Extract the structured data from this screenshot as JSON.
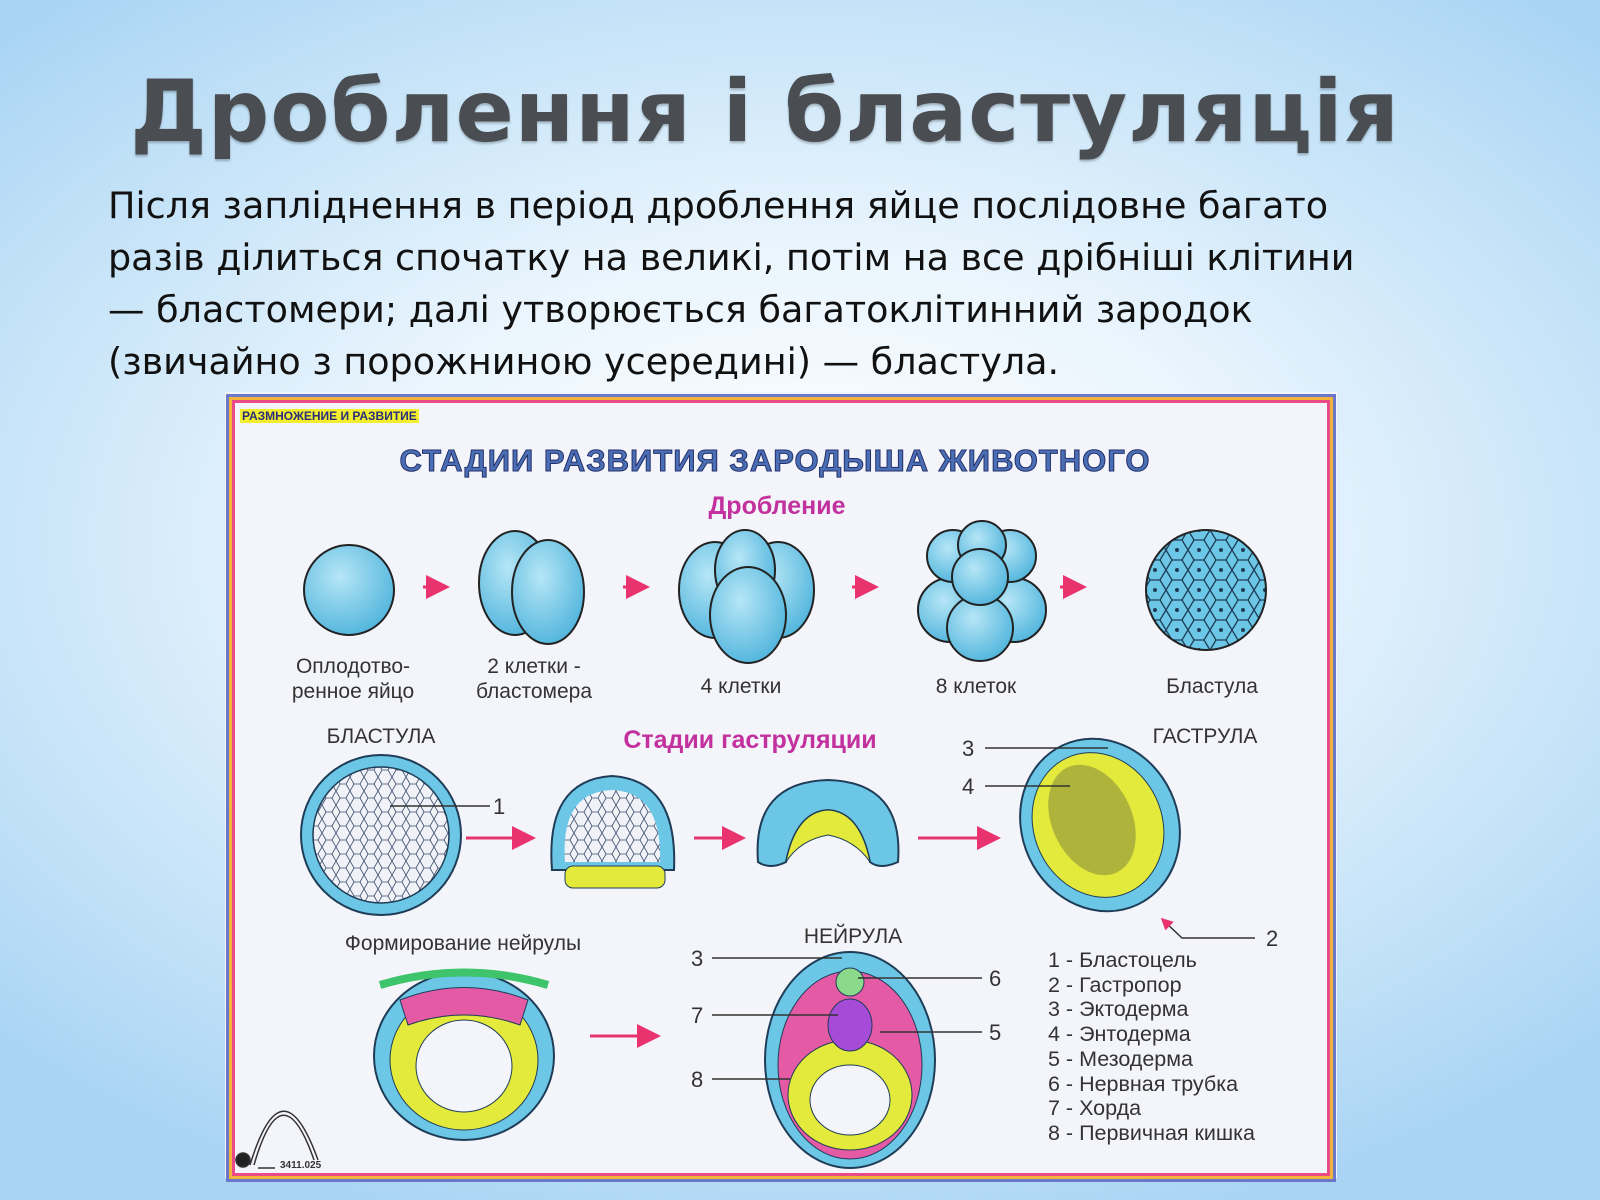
{
  "slide": {
    "title": "Дроблення і бластуляція",
    "paragraph_lines": [
      "Після запліднення в період дроблення яйце послідовне багато",
      "разів ділиться спочатку на великі, потім на все дрібніші клітини",
      "— бластомери; далі утворюється багатоклітинний зародок",
      "(звичайно з порожниною усередині) — бластула."
    ]
  },
  "diagram": {
    "section_tag": "РАЗМНОЖЕНИЕ И РАЗВИТИЕ",
    "title": "СТАДИИ РАЗВИТИЯ ЗАРОДЫША ЖИВОТНОГО",
    "cleavage_heading": "Дробление",
    "cleavage_stages": [
      {
        "line1": "Оплодотво-",
        "line2": "ренное яйцо"
      },
      {
        "line1": "2 клетки -",
        "line2": "бластомера"
      },
      {
        "line1": "4 клетки",
        "line2": ""
      },
      {
        "line1": "8 клеток",
        "line2": ""
      },
      {
        "line1": "Бластула",
        "line2": ""
      }
    ],
    "blastula_label": "БЛАСТУЛА",
    "gastrulation_heading": "Стадии гаструляции",
    "gastrula_label": "ГАСТРУЛА",
    "neurula_formation_label": "Формирование нейрулы",
    "neurula_label": "НЕЙРУЛА",
    "callouts": [
      "1",
      "2",
      "3",
      "4",
      "5",
      "6",
      "7",
      "8"
    ],
    "legend": [
      "1 - Бластоцель",
      "2 - Гастропор",
      "3 - Эктодерма",
      "4 - Энтодерма",
      "5 - Мезодерма",
      "6 - Нервная трубка",
      "7 - Хорда",
      "8 - Первичная кишка"
    ],
    "catalog_number": "3411.025",
    "colors": {
      "cell_blue": "#6cc6e6",
      "endoderm_yellow": "#e4ea3c",
      "mesoderm_pink": "#e45aa5",
      "arrow": "#e8336f"
    }
  }
}
